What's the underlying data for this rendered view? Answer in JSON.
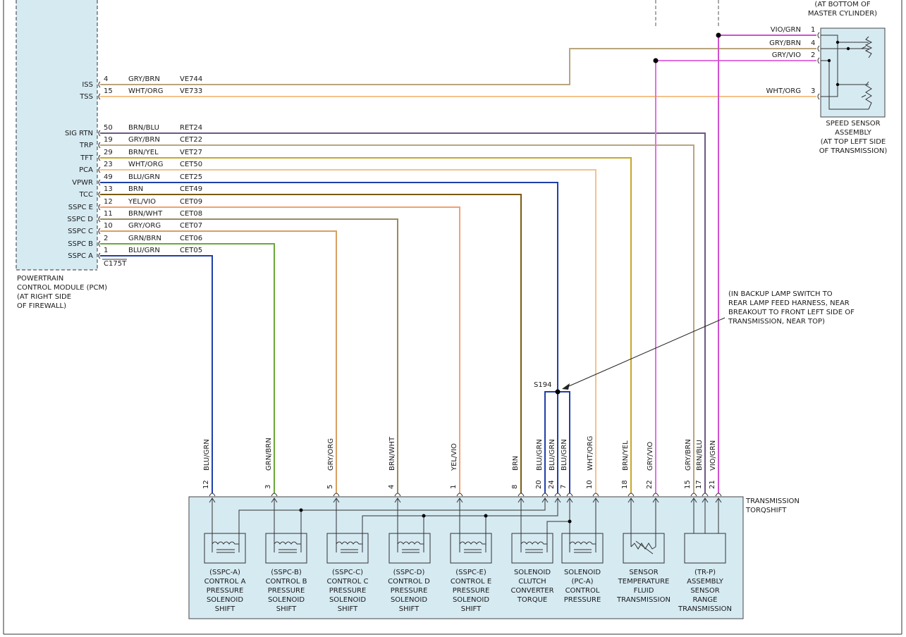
{
  "pcm": {
    "name_lines": [
      "POWERTRAIN",
      "CONTROL MODULE (PCM)",
      "(AT RIGHT SIDE",
      "OF FIREWALL)"
    ],
    "connector": "C175T"
  },
  "pcm_wires": [
    {
      "signal": "ISS",
      "pin": "4",
      "color_label": "GRY/BRN",
      "circuit": "VE744",
      "stroke": "#b8a67e"
    },
    {
      "signal": "TSS",
      "pin": "15",
      "color_label": "WHT/ORG",
      "circuit": "VE733",
      "stroke": "#f5c28a"
    },
    {
      "signal": "SIG RTN",
      "pin": "50",
      "color_label": "BRN/BLU",
      "circuit": "RET24",
      "stroke": "#6a5a82"
    },
    {
      "signal": "TRP",
      "pin": "19",
      "color_label": "GRY/BRN",
      "circuit": "CET22",
      "stroke": "#b8a67e"
    },
    {
      "signal": "TFT",
      "pin": "29",
      "color_label": "BRN/YEL",
      "circuit": "VET27",
      "stroke": "#c9a62a"
    },
    {
      "signal": "PCA",
      "pin": "23",
      "color_label": "WHT/ORG",
      "circuit": "CET50",
      "stroke": "#f5c28a"
    },
    {
      "signal": "VPWR",
      "pin": "49",
      "color_label": "BLU/GRN",
      "circuit": "CET25",
      "stroke": "#1f3fa8"
    },
    {
      "signal": "TCC",
      "pin": "13",
      "color_label": "BRN",
      "circuit": "CET49",
      "stroke": "#7a5a12"
    },
    {
      "signal": "SSPC E",
      "pin": "12",
      "color_label": "YEL/VIO",
      "circuit": "CET09",
      "stroke": "#f2a070"
    },
    {
      "signal": "SSPC D",
      "pin": "11",
      "color_label": "BRN/WHT",
      "circuit": "CET08",
      "stroke": "#9a8a62"
    },
    {
      "signal": "SSPC C",
      "pin": "10",
      "color_label": "GRY/ORG",
      "circuit": "CET07",
      "stroke": "#d8a060"
    },
    {
      "signal": "SSPC B",
      "pin": "2",
      "color_label": "GRN/BRN",
      "circuit": "CET06",
      "stroke": "#6aa83a"
    },
    {
      "signal": "SSPC A",
      "pin": "1",
      "color_label": "BLU/GRN",
      "circuit": "CET05",
      "stroke": "#1f3fa8"
    }
  ],
  "speed_sensor": {
    "name_lines": [
      "SPEED SENSOR",
      "ASSEMBLY",
      "(AT TOP LEFT SIDE",
      "OF TRANSMISSION)"
    ],
    "top_note_lines": [
      "(AT BOTTOM OF",
      "MASTER CYLINDER)"
    ],
    "pins": [
      {
        "pin": "1",
        "color_label": "VIO/GRN"
      },
      {
        "pin": "4",
        "color_label": "GRY/BRN"
      },
      {
        "pin": "2",
        "color_label": "GRY/VIO"
      },
      {
        "pin": "3",
        "color_label": "WHT/ORG"
      }
    ]
  },
  "splice": {
    "id": "S194",
    "note_lines": [
      "(IN BACKUP LAMP SWITCH TO",
      "REAR LAMP FEED HARNESS, NEAR",
      "BREAKOUT TO FRONT LEFT SIDE OF",
      "TRANSMISSION, NEAR TOP)"
    ]
  },
  "transmission": {
    "name_lines": [
      "TRANSMISSION",
      "TORQSHIFT"
    ],
    "pins": [
      {
        "pin": "12",
        "color_label": "BLU/GRN",
        "stroke": "#1f3fa8"
      },
      {
        "pin": "3",
        "color_label": "GRN/BRN",
        "stroke": "#6aa83a"
      },
      {
        "pin": "5",
        "color_label": "GRY/ORG",
        "stroke": "#d8a060"
      },
      {
        "pin": "4",
        "color_label": "BRN/WHT",
        "stroke": "#9a8a62"
      },
      {
        "pin": "1",
        "color_label": "YEL/VIO",
        "stroke": "#f2a070"
      },
      {
        "pin": "8",
        "color_label": "BRN",
        "stroke": "#7a5a12"
      },
      {
        "pin": "20",
        "color_label": "BLU/GRN",
        "stroke": "#1f3fa8"
      },
      {
        "pin": "24",
        "color_label": "BLU/GRN",
        "stroke": "#1f3fa8"
      },
      {
        "pin": "7",
        "color_label": "BLU/GRN",
        "stroke": "#1f3fa8"
      },
      {
        "pin": "10",
        "color_label": "WHT/ORG",
        "stroke": "#f5c28a"
      },
      {
        "pin": "18",
        "color_label": "BRN/YEL",
        "stroke": "#c9a62a"
      },
      {
        "pin": "22",
        "color_label": "GRY/VIO",
        "stroke": "#e070e0"
      },
      {
        "pin": "15",
        "color_label": "GRY/BRN",
        "stroke": "#b8a67e"
      },
      {
        "pin": "17",
        "color_label": "BRN/BLU",
        "stroke": "#6a5a82"
      },
      {
        "pin": "21",
        "color_label": "VIO/GRN",
        "stroke": "#d050d0"
      }
    ],
    "components": [
      {
        "lines": [
          "(SSPC-A)",
          "CONTROL A",
          "PRESSURE",
          "SOLENOID",
          "SHIFT"
        ]
      },
      {
        "lines": [
          "(SSPC-B)",
          "CONTROL B",
          "PRESSURE",
          "SOLENOID",
          "SHIFT"
        ]
      },
      {
        "lines": [
          "(SSPC-C)",
          "CONTROL C",
          "PRESSURE",
          "SOLENOID",
          "SHIFT"
        ]
      },
      {
        "lines": [
          "(SSPC-D)",
          "CONTROL D",
          "PRESSURE",
          "SOLENOID",
          "SHIFT"
        ]
      },
      {
        "lines": [
          "(SSPC-E)",
          "CONTROL E",
          "PRESSURE",
          "SOLENOID",
          "SHIFT"
        ]
      },
      {
        "lines": [
          "SOLENOID",
          "CLUTCH",
          "CONVERTER",
          "TORQUE"
        ]
      },
      {
        "lines": [
          "SOLENOID",
          "(PC-A)",
          "CONTROL",
          "PRESSURE"
        ]
      },
      {
        "lines": [
          "SENSOR",
          "TEMPERATURE",
          "FLUID",
          "TRANSMISSION"
        ]
      },
      {
        "lines": [
          "(TR-P)",
          "ASSEMBLY",
          "SENSOR",
          "RANGE",
          "TRANSMISSION"
        ]
      }
    ]
  }
}
